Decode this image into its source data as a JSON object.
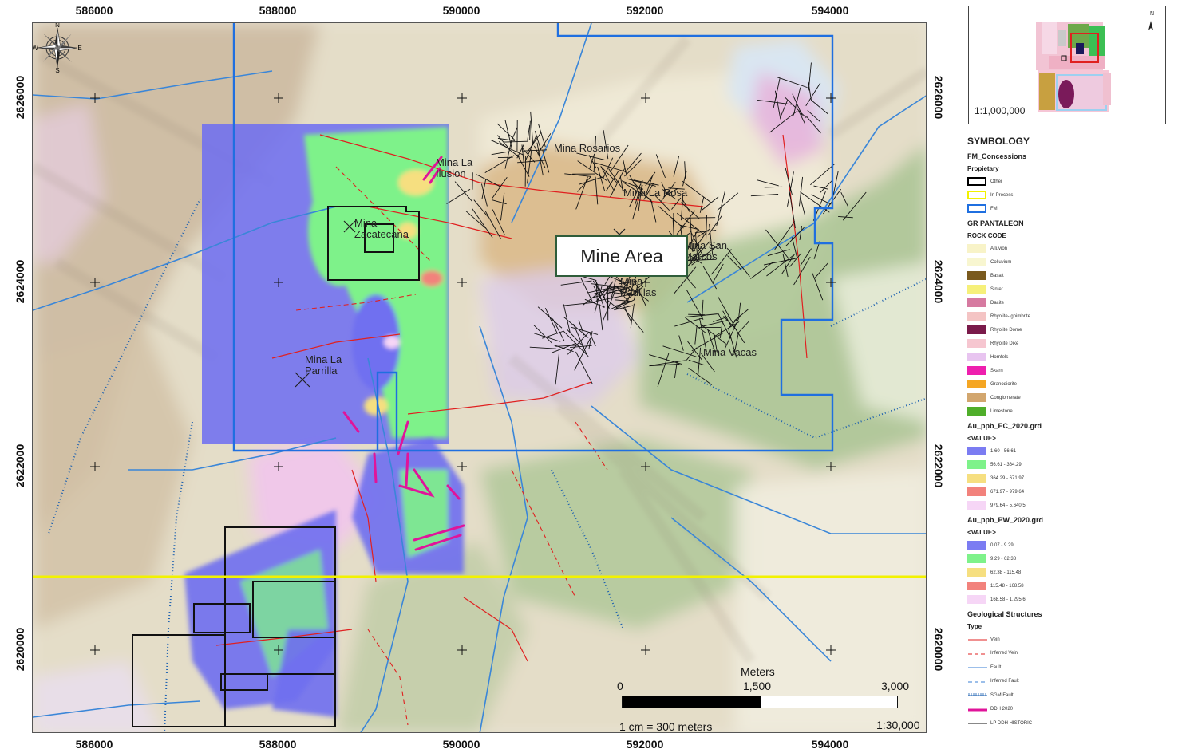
{
  "map": {
    "ticks_top": [
      "586000",
      "588000",
      "590000",
      "592000",
      "594000"
    ],
    "ticks_bottom": [
      "586000",
      "588000",
      "590000",
      "592000",
      "594000"
    ],
    "ticks_left": [
      "2626000",
      "2624000",
      "2622000",
      "2620000"
    ],
    "ticks_right": [
      "2626000",
      "2624000",
      "2622000",
      "2620000"
    ],
    "mine_labels": [
      {
        "name": "Mina Rosarios"
      },
      {
        "name": "Mina La\nIlusion"
      },
      {
        "name": "Mina La Rosa"
      },
      {
        "name": "Mina\nZacatecana"
      },
      {
        "name": "Mina San\nMarcos"
      },
      {
        "name": "Mina\nPadillas"
      },
      {
        "name": "Mina Vacas"
      },
      {
        "name": "Mina La\nParrilla"
      }
    ],
    "mine_area_label": "Mine Area",
    "compass": {
      "n": "N",
      "s": "S",
      "e": "E",
      "w": "W"
    },
    "scale": {
      "unit": "Meters",
      "ticks": [
        "0",
        "1,500",
        "3,000"
      ],
      "note": "1 cm = 300 meters",
      "ratio": "1:30,000"
    }
  },
  "inset": {
    "scale": "1:1,000,000",
    "north": "N"
  },
  "legend": {
    "title": "SYMBOLOGY",
    "sections": [
      {
        "title": "FM_Concessions",
        "subtitle": "Propietary",
        "items": [
          {
            "label": "Other",
            "kind": "box",
            "color": "#000000"
          },
          {
            "label": "In Process",
            "kind": "box",
            "color": "#f2f200"
          },
          {
            "label": "FM",
            "kind": "box",
            "color": "#1f6fe0"
          }
        ]
      },
      {
        "title": "GR PANTALEON",
        "subtitle": "ROCK CODE",
        "items": [
          {
            "label": "Alluvion",
            "kind": "fill",
            "color": "#f8f3c8"
          },
          {
            "label": "Colluvium",
            "kind": "fill",
            "color": "#f8f6d0"
          },
          {
            "label": "Basalt",
            "kind": "fill",
            "color": "#7a5a1e"
          },
          {
            "label": "Sinter",
            "kind": "fill",
            "color": "#f6f07a"
          },
          {
            "label": "Dacite",
            "kind": "fill",
            "color": "#d67aa0"
          },
          {
            "label": "Rhyolite-Ignimbrite",
            "kind": "fill",
            "color": "#f4c4c4"
          },
          {
            "label": "Rhyolite Dome",
            "kind": "fill",
            "color": "#7a1a4a"
          },
          {
            "label": "Rhyolite Dike",
            "kind": "fill",
            "color": "#f6c6d0"
          },
          {
            "label": "Hornfels",
            "kind": "fill",
            "color": "#e8c4f0"
          },
          {
            "label": "Skarn",
            "kind": "fill",
            "color": "#ee1fae"
          },
          {
            "label": "Granodiorite",
            "kind": "fill",
            "color": "#f5a623"
          },
          {
            "label": "Conglomerate",
            "kind": "fill",
            "color": "#d2a66e"
          },
          {
            "label": "Limestone",
            "kind": "fill",
            "color": "#4fae2a"
          }
        ]
      },
      {
        "title": "Au_ppb_EC_2020.grd",
        "subtitle": "<VALUE>",
        "items": [
          {
            "label": "1.60 - 56.61",
            "kind": "fill",
            "color": "#7b7cf2"
          },
          {
            "label": "56.61 - 364.29",
            "kind": "fill",
            "color": "#7ef28a"
          },
          {
            "label": "364.29 - 671.97",
            "kind": "fill",
            "color": "#f6df80"
          },
          {
            "label": "671.97 - 979.64",
            "kind": "fill",
            "color": "#f2827c"
          },
          {
            "label": "979.64 - 5,640.5",
            "kind": "fill",
            "color": "#f6d6f6"
          }
        ]
      },
      {
        "title": "Au_ppb_PW_2020.grd",
        "subtitle": "<VALUE>",
        "items": [
          {
            "label": "0.07 - 9.29",
            "kind": "fill",
            "color": "#7b7cf2"
          },
          {
            "label": "9.29 - 62.38",
            "kind": "fill",
            "color": "#7ef28a"
          },
          {
            "label": "62.38 - 115.48",
            "kind": "fill",
            "color": "#f6df80"
          },
          {
            "label": "115.48 - 168.58",
            "kind": "fill",
            "color": "#f2827c"
          },
          {
            "label": "168.58 - 1,295.6",
            "kind": "fill",
            "color": "#f6d6f6"
          }
        ]
      },
      {
        "title": "Geological Structures",
        "subtitle": "Type",
        "items": [
          {
            "label": "Vein",
            "kind": "line",
            "color": "#e02020",
            "style": "solid"
          },
          {
            "label": "Inferred Vein",
            "kind": "line",
            "color": "#e02020",
            "style": "dash"
          },
          {
            "label": "Fault",
            "kind": "line",
            "color": "#3a7fd6",
            "style": "solid"
          },
          {
            "label": "Inferred Fault",
            "kind": "line",
            "color": "#3a7fd6",
            "style": "dash"
          },
          {
            "label": "SGM Fault",
            "kind": "line",
            "color": "#1a5fb0",
            "style": "hatch"
          },
          {
            "label": "DDH 2020",
            "kind": "line",
            "color": "#e0149a",
            "style": "thick"
          },
          {
            "label": "LP DDH HISTORIC",
            "kind": "line",
            "color": "#111111",
            "style": "solid"
          }
        ]
      }
    ]
  }
}
